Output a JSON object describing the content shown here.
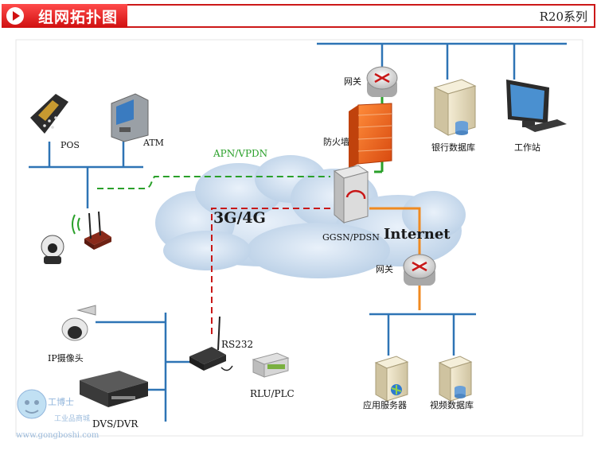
{
  "header": {
    "title": "组网拓扑图",
    "series": "R20系列"
  },
  "labels": {
    "pos": "POS",
    "atm": "ATM",
    "apn_vpdn": "APN/VPDN",
    "cloud_3g4g": "3G/4G",
    "ggsn_pdsn": "GGSN/PDSN",
    "internet": "Internet",
    "gateway_top": "网关",
    "firewall": "防火墙",
    "bank_db": "银行数据库",
    "workstation": "工作站",
    "gateway_mid": "网关",
    "app_server": "应用服务器",
    "video_db": "视频数据库",
    "ip_camera": "IP摄像头",
    "dvs_dvr": "DVS/DVR",
    "rs232": "RS232",
    "rlu_plc": "RLU/PLC"
  },
  "watermark": {
    "brand": "工博士",
    "subtitle": "工业品商城",
    "url": "www.gongboshi.com"
  },
  "colors": {
    "header_red": "#d01010",
    "lan_blue": "#2e74b5",
    "green_link": "#2aa02a",
    "red_link": "#c81818",
    "orange_link": "#f08a20"
  }
}
